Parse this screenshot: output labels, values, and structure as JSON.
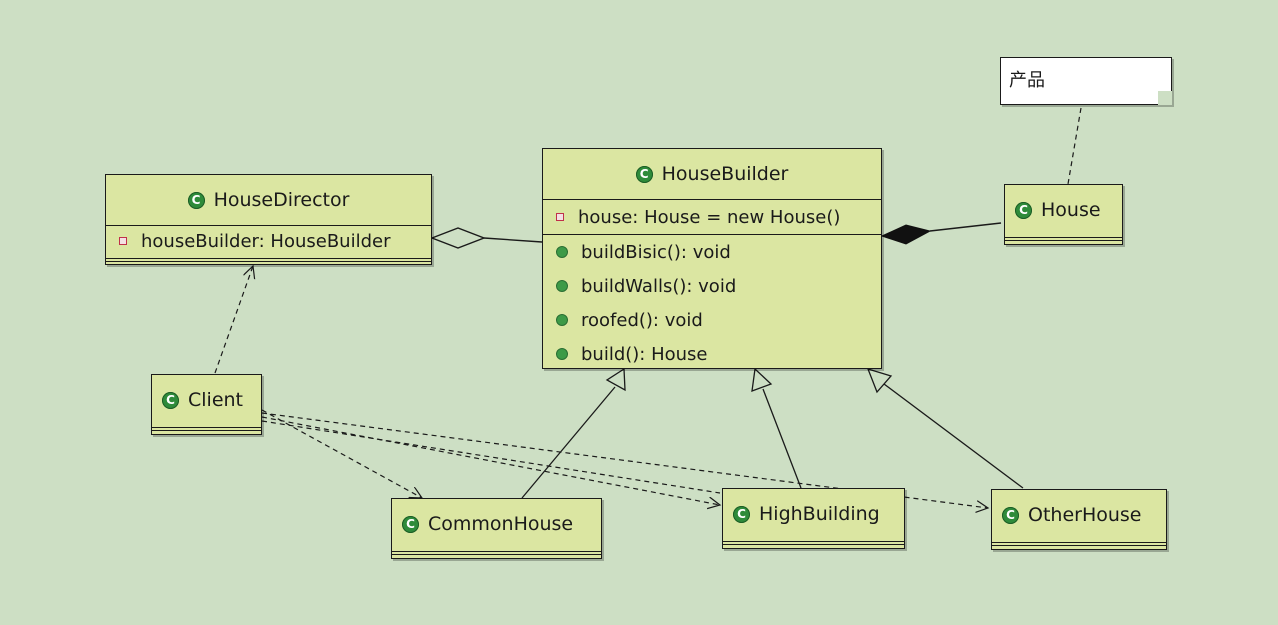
{
  "note": {
    "text": "产品"
  },
  "classes": {
    "house_director": {
      "name": "HouseDirector",
      "attributes": [
        "houseBuilder: HouseBuilder"
      ]
    },
    "house_builder": {
      "name": "HouseBuilder",
      "attributes": [
        "house: House = new House()"
      ],
      "methods": [
        "buildBisic(): void",
        "buildWalls(): void",
        "roofed(): void",
        "build(): House"
      ]
    },
    "house": {
      "name": "House"
    },
    "client": {
      "name": "Client"
    },
    "common_house": {
      "name": "CommonHouse"
    },
    "high_building": {
      "name": "HighBuilding"
    },
    "other_house": {
      "name": "OtherHouse"
    }
  },
  "class_icon_letter": "C",
  "colors": {
    "background": "#cddfc4",
    "class_fill": "#dbe6a2",
    "class_icon": "#2e8b3a",
    "private_marker": "#c0304a",
    "public_marker": "#3d9a47"
  }
}
